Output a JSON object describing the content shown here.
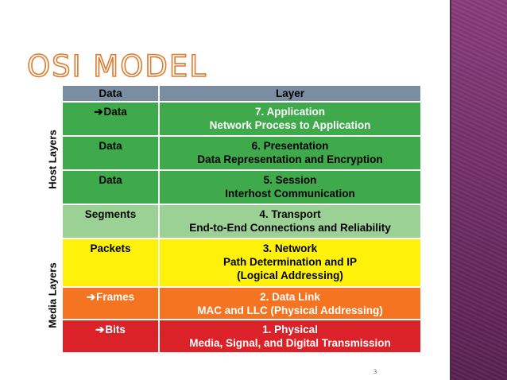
{
  "slide": {
    "title": "OSI Model",
    "page_number": "3"
  },
  "side_labels": {
    "host": "Host Layers",
    "media": "Media Layers"
  },
  "table": {
    "headers": {
      "data": "Data",
      "layer": "Layer"
    },
    "rows": [
      {
        "arrow": "➔",
        "data": "Data",
        "layer_line1": "7. Application",
        "layer_line2": "Network Process to Application",
        "layer_line3": "",
        "color": "#3eaa4b"
      },
      {
        "arrow": "",
        "data": "Data",
        "layer_line1": "6. Presentation",
        "layer_line2": "Data Representation and Encryption",
        "layer_line3": "",
        "color": "#3eaa4b"
      },
      {
        "arrow": "",
        "data": "Data",
        "layer_line1": "5. Session",
        "layer_line2": "Interhost Communication",
        "layer_line3": "",
        "color": "#3eaa4b"
      },
      {
        "arrow": "",
        "data": "Segments",
        "layer_line1": "4. Transport",
        "layer_line2": "End-to-End Connections and Reliability",
        "layer_line3": "",
        "color": "#9cd196"
      },
      {
        "arrow": "",
        "data": "Packets",
        "layer_line1": "3. Network",
        "layer_line2": "Path Determination and IP",
        "layer_line3": "(Logical Addressing)",
        "color": "#fff20a"
      },
      {
        "arrow": "➔",
        "data": "Frames",
        "layer_line1": "2. Data Link",
        "layer_line2": "MAC and LLC (Physical Addressing)",
        "layer_line3": "",
        "color": "#f47421"
      },
      {
        "arrow": "➔",
        "data": "Bits",
        "layer_line1": "1. Physical",
        "layer_line2": "Media, Signal, and Digital Transmission",
        "layer_line3": "",
        "color": "#da2228"
      }
    ]
  }
}
